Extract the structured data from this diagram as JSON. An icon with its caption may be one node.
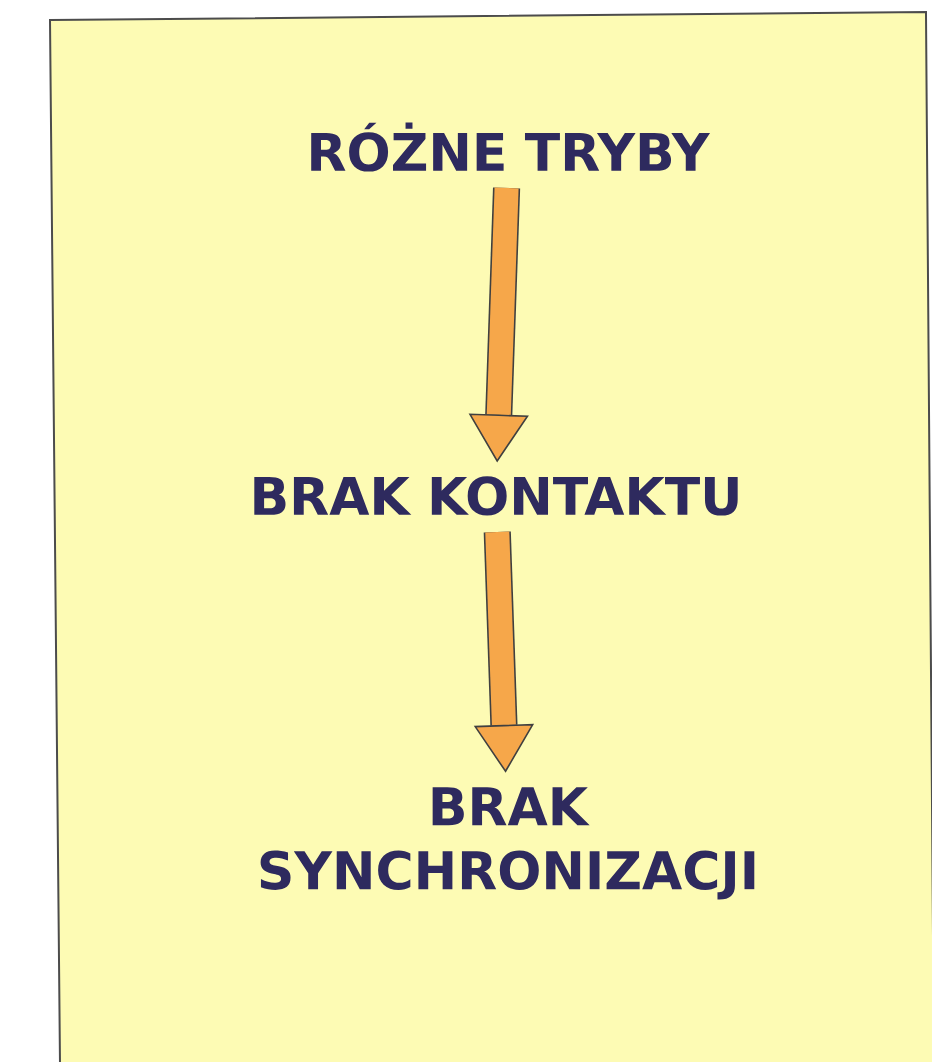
{
  "diagram": {
    "nodes": [
      {
        "text": [
          "RÓŻNE TRYBY"
        ]
      },
      {
        "text": [
          "BRAK KONTAKTU"
        ]
      },
      {
        "text": [
          "BRAK SYNCHRONIZACJI"
        ]
      }
    ],
    "edges": [
      {
        "from": 0,
        "to": 1,
        "arrow": "to"
      },
      {
        "from": 1,
        "to": 2,
        "arrow": "to"
      }
    ]
  }
}
